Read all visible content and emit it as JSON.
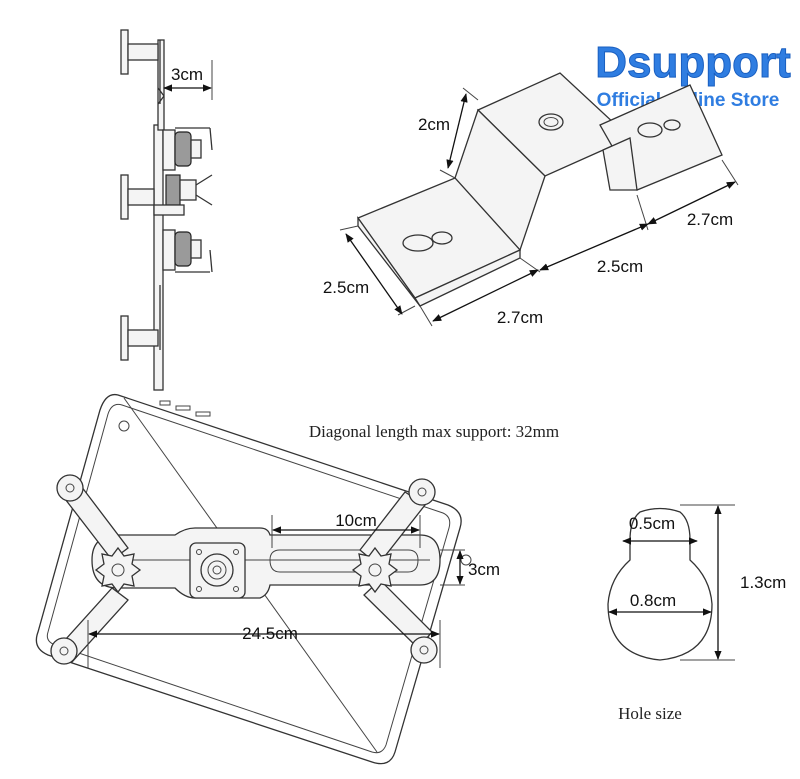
{
  "brand": {
    "name": "Dsupport",
    "tagline": "Official Online Store",
    "color_primary": "#2f7de1",
    "color_dark": "#1a5fc0"
  },
  "side_view": {
    "dim_offset": "3cm"
  },
  "bracket": {
    "dim_height": "2cm",
    "dim_base_width": "2.5cm",
    "dim_base_length": "2.7cm",
    "dim_middle_length": "2.5cm",
    "dim_top_length": "2.7cm"
  },
  "tablet": {
    "note": "Diagonal length max support: 32mm",
    "dim_slot_length": "10cm",
    "dim_slot_width": "3cm",
    "dim_span": "24.5cm"
  },
  "hole": {
    "dim_top": "0.5cm",
    "dim_bottom": "0.8cm",
    "dim_height": "1.3cm",
    "caption": "Hole size"
  }
}
